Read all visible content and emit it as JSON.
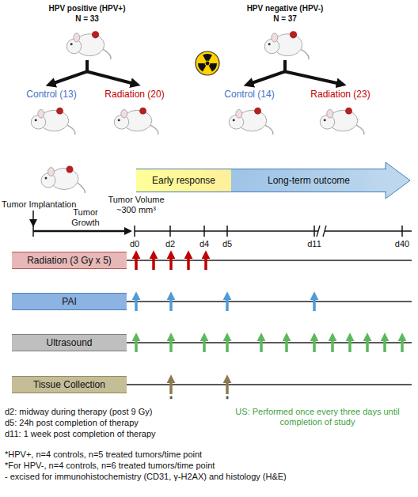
{
  "diagram": {
    "nodes": [
      {
        "text": [
          "HPV positive (HPV+)",
          "N = 33"
        ]
      },
      {
        "text": [
          "HPV negative (HPV-)",
          "N = 37"
        ]
      },
      {
        "text": [
          "Control (13)"
        ]
      },
      {
        "text": [
          "Radiation (20)"
        ]
      },
      {
        "text": [
          "Control (14)"
        ]
      },
      {
        "text": [
          "Radiation (23)"
        ]
      },
      {
        "text": [
          "Early response"
        ]
      },
      {
        "text": [
          "Long-term outcome"
        ]
      },
      {
        "text": [
          "Radiation (3 Gy x 5)"
        ]
      },
      {
        "text": [
          "PAI"
        ]
      },
      {
        "text": [
          "Ultrasound"
        ]
      },
      {
        "text": [
          "Tissue Collection"
        ]
      }
    ],
    "edges": [
      {
        "from": 0,
        "to": 2,
        "arrow": "to"
      },
      {
        "from": 0,
        "to": 3,
        "arrow": "to"
      },
      {
        "from": 1,
        "to": 4,
        "arrow": "to"
      },
      {
        "from": 1,
        "to": 5,
        "arrow": "to"
      }
    ],
    "labels": [
      "Tumor Implantation",
      "Tumor Growth",
      "Tumor Volume ~300 mm³",
      "d0",
      "d2",
      "d4",
      "d5",
      "d11",
      "d40",
      "*",
      "*",
      "d2: midway during therapy (post 9 Gy)",
      "d5: 24h post completion of therapy",
      "d11: 1 week post completion of therapy",
      "US: Performed once every three days until completion of study",
      "*HPV+, n=4 controls, n=5 treated tumors/time point",
      "*For HPV-, n=4 controls, n=6 treated tumors/time point",
      "- excised for immunohistochemistry (CD31, γ-H2AX) and histology (H&E)"
    ]
  }
}
